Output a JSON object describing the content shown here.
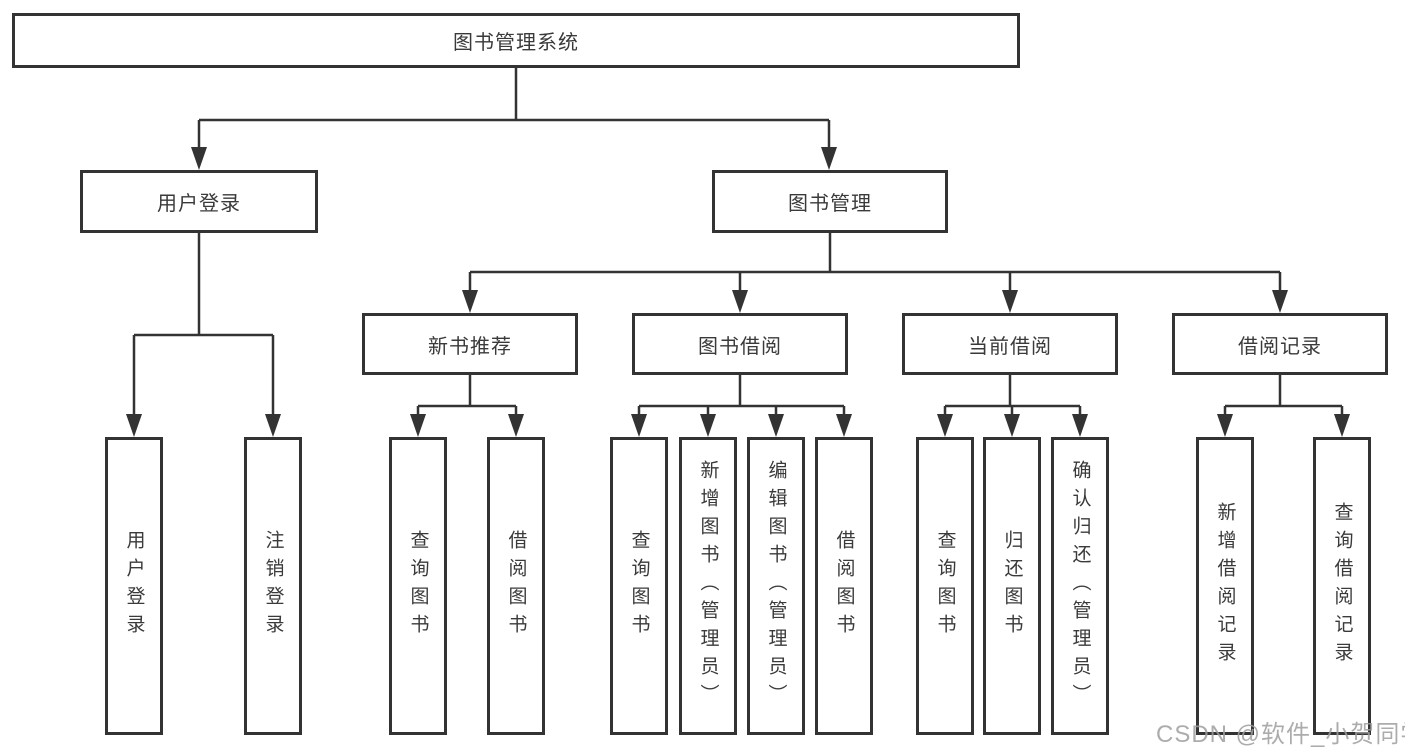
{
  "diagram": {
    "root": {
      "label": "图书管理系统"
    },
    "level2": [
      {
        "label": "用户登录",
        "parent": "图书管理系统"
      },
      {
        "label": "图书管理",
        "parent": "图书管理系统"
      }
    ],
    "level3": [
      {
        "label": "新书推荐",
        "parent": "图书管理"
      },
      {
        "label": "图书借阅",
        "parent": "图书管理"
      },
      {
        "label": "当前借阅",
        "parent": "图书管理"
      },
      {
        "label": "借阅记录",
        "parent": "图书管理"
      }
    ],
    "level4": [
      {
        "label": "用户登录",
        "parent": "用户登录"
      },
      {
        "label": "注销登录",
        "parent": "用户登录"
      },
      {
        "label": "查询图书",
        "parent": "新书推荐"
      },
      {
        "label": "借阅图书",
        "parent": "新书推荐"
      },
      {
        "label": "查询图书",
        "parent": "图书借阅"
      },
      {
        "label": "新增图书（管理员）",
        "parent": "图书借阅"
      },
      {
        "label": "编辑图书（管理员）",
        "parent": "图书借阅"
      },
      {
        "label": "借阅图书",
        "parent": "图书借阅"
      },
      {
        "label": "查询图书",
        "parent": "当前借阅"
      },
      {
        "label": "归还图书",
        "parent": "当前借阅"
      },
      {
        "label": "确认归还（管理员）",
        "parent": "当前借阅"
      },
      {
        "label": "新增借阅记录",
        "parent": "借阅记录"
      },
      {
        "label": "查询借阅记录",
        "parent": "借阅记录"
      }
    ],
    "watermark": {
      "text": "CSDN @软件_小贺同学"
    },
    "colors": {
      "line": "#333333",
      "text": "#3a3a3a",
      "watermark": "#9e9e9e",
      "background": "#ffffff"
    }
  }
}
